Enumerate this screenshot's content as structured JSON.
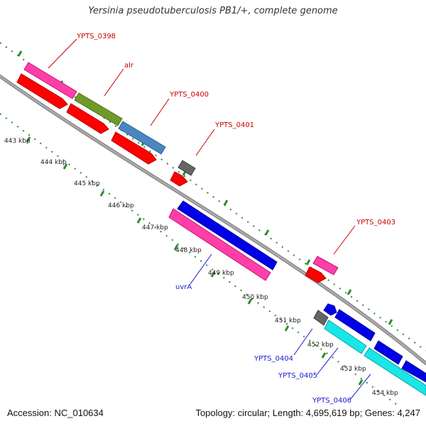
{
  "title": "Yersinia pseudotuberculosis PB1/+, complete genome",
  "footer": {
    "accession": "Accession: NC_010634",
    "summary": "Topology: circular; Length: 4,695,619 bp; Genes: 4,247"
  },
  "colors": {
    "backbone": "#8c8c8c",
    "dotted_track": "#2e8b2e",
    "label_red": "#cc0000",
    "label_blue": "#1a1acc",
    "pink": "#ff3fa8",
    "red": "#ff0000",
    "olive": "#6f9a2a",
    "steel_blue": "#4a86c0",
    "gray": "#666666",
    "blue": "#0000e6",
    "cyan": "#19e6e6"
  },
  "kbp_ticks": [
    "443 kbp",
    "444 kbp",
    "445 kbp",
    "446 kbp",
    "447 kbp",
    "448 kbp",
    "449 kbp",
    "450 kbp",
    "451 kbp",
    "452 kbp",
    "453 kbp",
    "454 kbp"
  ],
  "gene_labels": [
    {
      "id": "ypts0398",
      "text": "YPTS_0398",
      "color": "red"
    },
    {
      "id": "alr",
      "text": "alr",
      "color": "red"
    },
    {
      "id": "ypts0400",
      "text": "YPTS_0400",
      "color": "red"
    },
    {
      "id": "ypts0401",
      "text": "YPTS_0401",
      "color": "red"
    },
    {
      "id": "ypts0403",
      "text": "YPTS_0403",
      "color": "red"
    },
    {
      "id": "uvra",
      "text": "uvrA",
      "color": "blue"
    },
    {
      "id": "ypts0404",
      "text": "YPTS_0404",
      "color": "blue"
    },
    {
      "id": "ypts0405",
      "text": "YPTS_0405",
      "color": "blue"
    },
    {
      "id": "ypts0406",
      "text": "YPTS_0406",
      "color": "blue"
    }
  ]
}
